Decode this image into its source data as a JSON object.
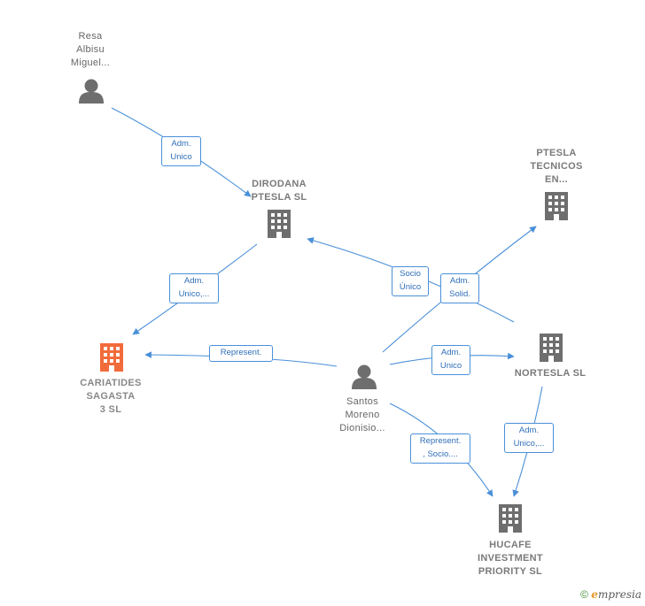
{
  "nodes": {
    "resa": {
      "label": "Resa\nAlbisu\nMiguel..."
    },
    "dirodana": {
      "label": "DIRODANA\nPTESLA  SL"
    },
    "ptesla_tecnicos": {
      "label": "PTESLA\nTECNICOS\nEN..."
    },
    "cariatides": {
      "label": "CARIATIDES\nSAGASTA\n3  SL"
    },
    "santos": {
      "label": "Santos\nMoreno\nDionisio..."
    },
    "nortesla": {
      "label": "NORTESLA  SL"
    },
    "hucafe": {
      "label": "HUCAFE\nINVESTMENT\nPRIORITY  SL"
    }
  },
  "edges": {
    "resa_dirodana": "Adm.\nUnico",
    "dirodana_cariatides": "Adm.\nUnico,...",
    "santos_cariatides": "Represent.",
    "santos_dirodana": "Socio\nÚnico",
    "santos_ptesla": "Adm.\nSolid.",
    "santos_nortesla": "Adm.\nUnico",
    "nortesla_hucafe": "Adm.\nUnico,...",
    "santos_hucafe": "Represent.\n, Socio...."
  },
  "colors": {
    "edge": "#4a90d9",
    "node_gray": "#6e6e6e",
    "node_highlight": "#f26b3a"
  },
  "icons": {
    "person": "person-icon",
    "company": "building-icon"
  },
  "footer": {
    "copyright": "©",
    "brand": "mpresia",
    "brand_initial": "e"
  }
}
